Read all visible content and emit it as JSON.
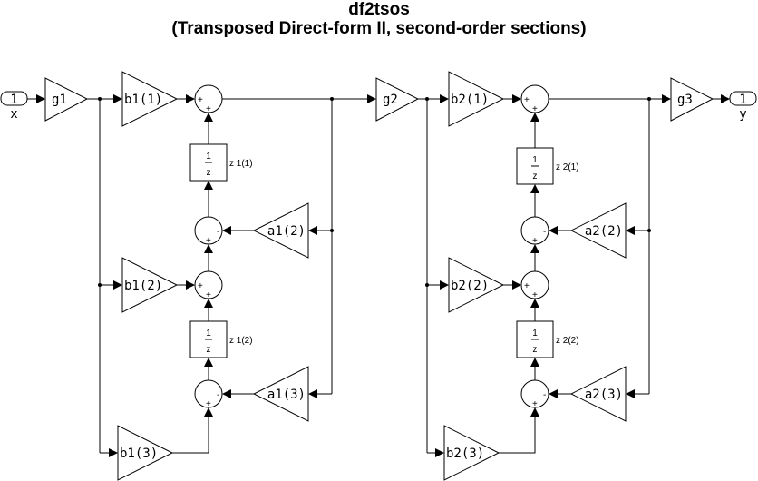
{
  "title": "df2tsos",
  "subtitle": "(Transposed Direct-form II, second-order sections)",
  "ports": {
    "input": {
      "number": "1",
      "name": "x"
    },
    "output": {
      "number": "1",
      "name": "y"
    }
  },
  "gains": {
    "g1": "g1",
    "g2": "g2",
    "g3": "g3",
    "b1_1": "b1(1)",
    "b1_2": "b1(2)",
    "b1_3": "b1(3)",
    "a1_2": "a1(2)",
    "a1_3": "a1(3)",
    "b2_1": "b2(1)",
    "b2_2": "b2(2)",
    "b2_3": "b2(3)",
    "a2_2": "a2(2)",
    "a2_3": "a2(3)"
  },
  "delays": {
    "numerator": "1",
    "denominator": "z",
    "z1_1": "z 1(1)",
    "z1_2": "z 1(2)",
    "z2_1": "z 2(1)",
    "z2_2": "z 2(2)"
  },
  "signs": {
    "plus": "+",
    "minus": "-"
  }
}
